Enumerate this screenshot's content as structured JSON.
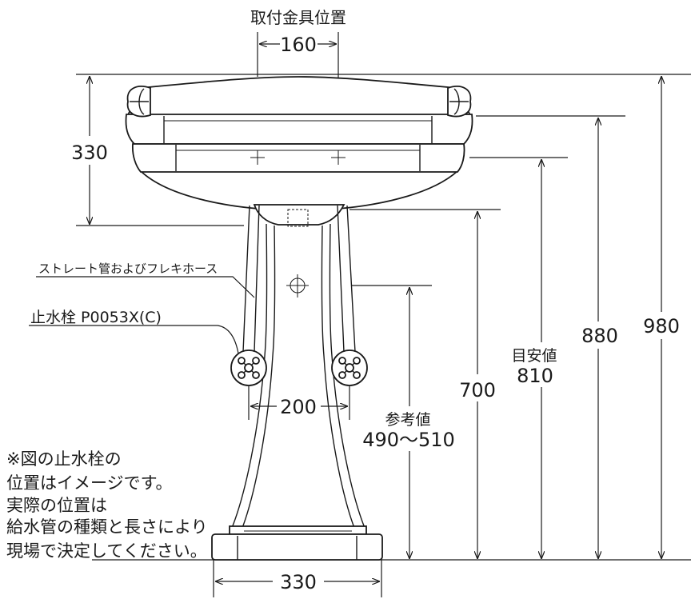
{
  "title": "取付金具位置",
  "dimensions": {
    "mounting_width": "160",
    "basin_height": "330",
    "total_height": "980",
    "rim_height": "880",
    "guide": {
      "label": "目安値",
      "value": "810"
    },
    "pedestal_height": "700",
    "reference": {
      "label": "参考値",
      "value": "490〜510"
    },
    "valve_spacing": "200",
    "base_width": "330"
  },
  "labels": {
    "pipe": "ストレート管およびフレキホース",
    "valve": "止水栓 P0053X(C)"
  },
  "note": [
    "※図の止水栓の",
    "位置はイメージです。",
    "実際の位置は",
    "給水管の種類と長さにより",
    "現場で決定してください。"
  ]
}
